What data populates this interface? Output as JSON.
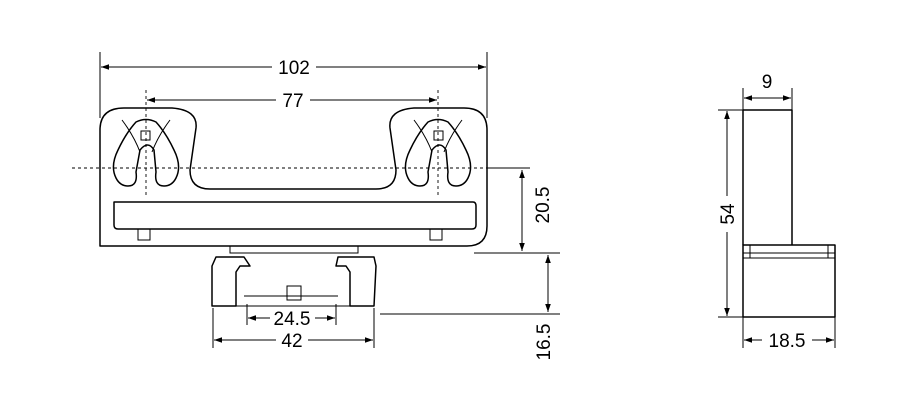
{
  "dimensions": {
    "overall_width": "102",
    "hole_spacing": "77",
    "height_upper": "20.5",
    "rail_height": "16.5",
    "inner_clip_width": "24.5",
    "base_width": "42",
    "side_width": "9",
    "side_height": "54",
    "side_base_width": "18.5"
  },
  "colors": {
    "line": "#000000",
    "background": "#ffffff"
  }
}
